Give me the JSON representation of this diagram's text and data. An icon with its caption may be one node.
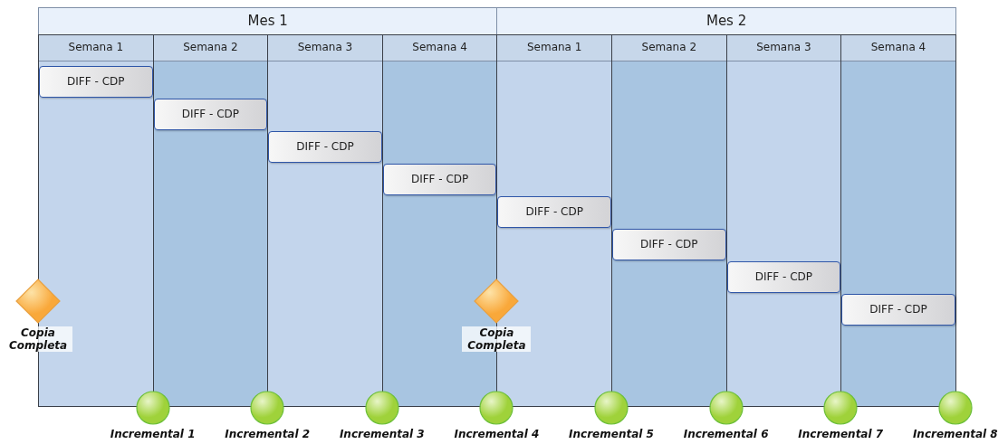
{
  "diagram": {
    "nodes": [
      {
        "text": [
          "Mes 1"
        ]
      },
      {
        "text": [
          "Mes 2"
        ]
      },
      {
        "text": [
          "Semana 1"
        ]
      },
      {
        "text": [
          "Semana 2"
        ]
      },
      {
        "text": [
          "Semana 3"
        ]
      },
      {
        "text": [
          "Semana 4"
        ]
      },
      {
        "text": [
          "Semana 1"
        ]
      },
      {
        "text": [
          "Semana 2"
        ]
      },
      {
        "text": [
          "Semana 3"
        ]
      },
      {
        "text": [
          "Semana 4"
        ]
      },
      {
        "text": [
          "DIFF - CDP"
        ],
        "in": 2
      },
      {
        "text": [
          "DIFF - CDP"
        ],
        "in": 3
      },
      {
        "text": [
          "DIFF - CDP"
        ],
        "in": 4
      },
      {
        "text": [
          "DIFF - CDP"
        ],
        "in": 5
      },
      {
        "text": [
          "DIFF - CDP"
        ],
        "in": 6
      },
      {
        "text": [
          "DIFF - CDP"
        ],
        "in": 7
      },
      {
        "text": [
          "DIFF - CDP"
        ],
        "in": 8
      },
      {
        "text": [
          "DIFF - CDP"
        ],
        "in": 9
      },
      {
        "text": [],
        "shape": "diamond",
        "beside": [
          "Copia Completa"
        ]
      },
      {
        "text": [],
        "shape": "diamond",
        "beside": [
          "Copia Completa"
        ]
      },
      {
        "text": [],
        "shape": "circle",
        "beside": [
          "Incremental 1"
        ]
      },
      {
        "text": [],
        "shape": "circle",
        "beside": [
          "Incremental 2"
        ]
      },
      {
        "text": [],
        "shape": "circle",
        "beside": [
          "Incremental 3"
        ]
      },
      {
        "text": [],
        "shape": "circle",
        "beside": [
          "Incremental 4"
        ]
      },
      {
        "text": [],
        "shape": "circle",
        "beside": [
          "Incremental 5"
        ]
      },
      {
        "text": [],
        "shape": "circle",
        "beside": [
          "Incremental 6"
        ]
      },
      {
        "text": [],
        "shape": "circle",
        "beside": [
          "Incremental 7"
        ]
      },
      {
        "text": [],
        "shape": "circle",
        "beside": [
          "Incremental 8"
        ]
      }
    ],
    "edges": []
  }
}
